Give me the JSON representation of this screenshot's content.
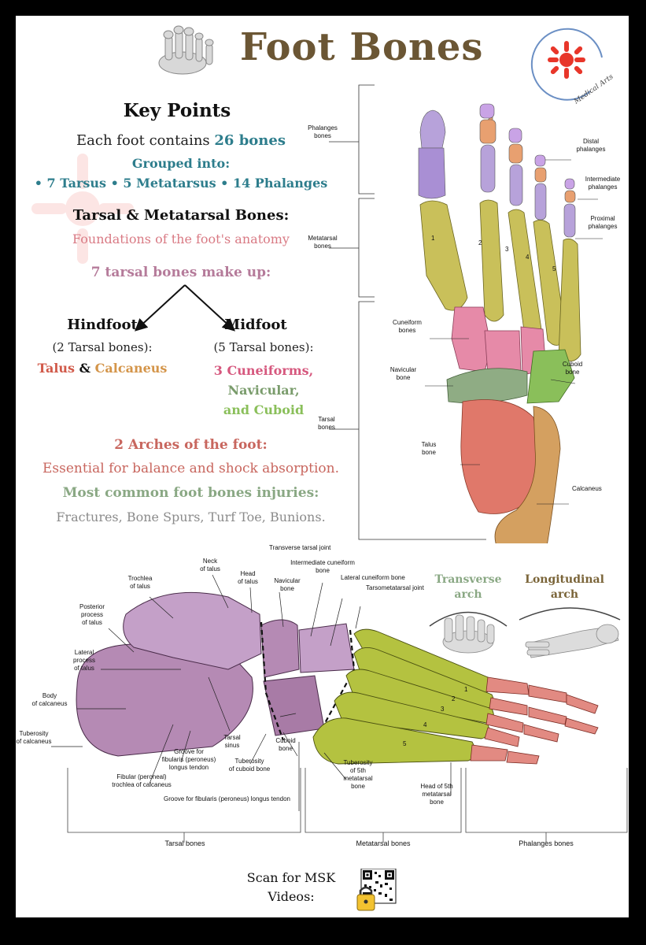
{
  "title": "Foot Bones",
  "key_points": {
    "heading": "Key Points",
    "line1_prefix": "Each foot contains ",
    "line1_highlight": "26 bones",
    "grouped": "Grouped into:",
    "groups": "• 7 Tarsus • 5 Metatarsus  • 14 Phalanges"
  },
  "tarsal_metatarsal": {
    "heading": "Tarsal & Metatarsal Bones:",
    "subtitle": "Foundations of the foot's anatomy",
    "seven": "7 tarsal bones make up:"
  },
  "hindfoot": {
    "title": "Hindfoot",
    "count": "(2 Tarsal bones):",
    "talus": "Talus",
    "amp": " & ",
    "calcaneus": "Calcaneus"
  },
  "midfoot": {
    "title": "Midfoot",
    "count": "(5 Tarsal bones):",
    "cuneiforms": "3 Cuneiforms,",
    "navicular": "Navicular,",
    "cuboid": "and Cuboid"
  },
  "arches": {
    "heading": "2 Arches of the foot:",
    "text": "Essential for balance and shock absorption."
  },
  "injuries": {
    "heading": "Most common foot bones injuries:",
    "text": "Fractures, Bone Spurs, Turf Toe, Bunions."
  },
  "dorsal_labels": {
    "phalanges_bones": [
      "Phalanges",
      "bones"
    ],
    "metatarsal_bones": [
      "Metatarsal",
      "bones"
    ],
    "tarsal_bones": [
      "Tarsal",
      "bones"
    ],
    "distal": [
      "Distal",
      "phalanges"
    ],
    "intermediate": [
      "Intermediate",
      "phalanges"
    ],
    "proximal": [
      "Proximal",
      "phalanges"
    ],
    "cuneiform": [
      "Cuneiform",
      "bones"
    ],
    "navicular": [
      "Navicular",
      "bone"
    ],
    "cuboid": [
      "Cuboid",
      "bone"
    ],
    "talus": [
      "Talus",
      "bone"
    ],
    "calcaneus": "Calcaneus",
    "numbers": [
      "1",
      "2",
      "3",
      "4",
      "5"
    ]
  },
  "lateral_labels": {
    "trochlea": [
      "Trochlea",
      "of talus"
    ],
    "neck": [
      "Neck",
      "of talus"
    ],
    "head": [
      "Head",
      "of talus"
    ],
    "transverse_joint": "Transverse tarsal joint",
    "intermediate_cuneiform": [
      "Intermediate cuneiform",
      "bone"
    ],
    "lateral_cuneiform": "Lateral cuneiform bone",
    "tarsometatarsal": "Tarsometatarsal joint",
    "navicular": [
      "Navicular",
      "bone"
    ],
    "posterior_process": [
      "Posterior",
      "process",
      "of talus"
    ],
    "lateral_process": [
      "Lateral",
      "process",
      "of talus"
    ],
    "body_calcaneus": [
      "Body",
      "of calcaneus"
    ],
    "tuberosity_calcaneus": [
      "Tuberosity",
      "of calcaneus"
    ],
    "tarsal_sinus": [
      "Tarsal",
      "sinus"
    ],
    "groove_fibularis": [
      "Groove for",
      "fibularis (peroneus)",
      "longus tendon"
    ],
    "fibular_trochlea": [
      "Fibular (peroneal)",
      "trochlea of calcaneus"
    ],
    "tuberosity_cuboid": [
      "Tuberosity",
      "of cuboid bone"
    ],
    "cuboid": [
      "Cuboid",
      "bone"
    ],
    "groove_bottom": "Groove for fibularis (peroneus) longus tendon",
    "tuberosity_5th": [
      "Tuberosity",
      "of 5th",
      "metatarsal",
      "bone"
    ],
    "head_5th": [
      "Head of 5th",
      "metatarsal",
      "bone"
    ],
    "numbers": [
      "1",
      "2",
      "3",
      "4",
      "5"
    ]
  },
  "sections": {
    "tarsal": "Tarsal bones",
    "metatarsal": "Metatarsal bones",
    "phalanges": "Phalanges bones"
  },
  "arch_types": {
    "transverse": [
      "Transverse",
      "arch"
    ],
    "longitudinal": [
      "Longitudinal",
      "arch"
    ]
  },
  "scan": [
    "Scan for MSK",
    "Videos:"
  ],
  "logo_text": "Medical Arts",
  "colors": {
    "title": "#6b5634",
    "teal": "#2d7d8c",
    "pink": "#d97a84",
    "mauve": "#b57b9a",
    "talus": "#d15a4a",
    "calcaneus": "#d4954a",
    "cuneiform": "#d6587e",
    "navicular": "#7a9c6c",
    "cuboid": "#8abf5a"
  }
}
